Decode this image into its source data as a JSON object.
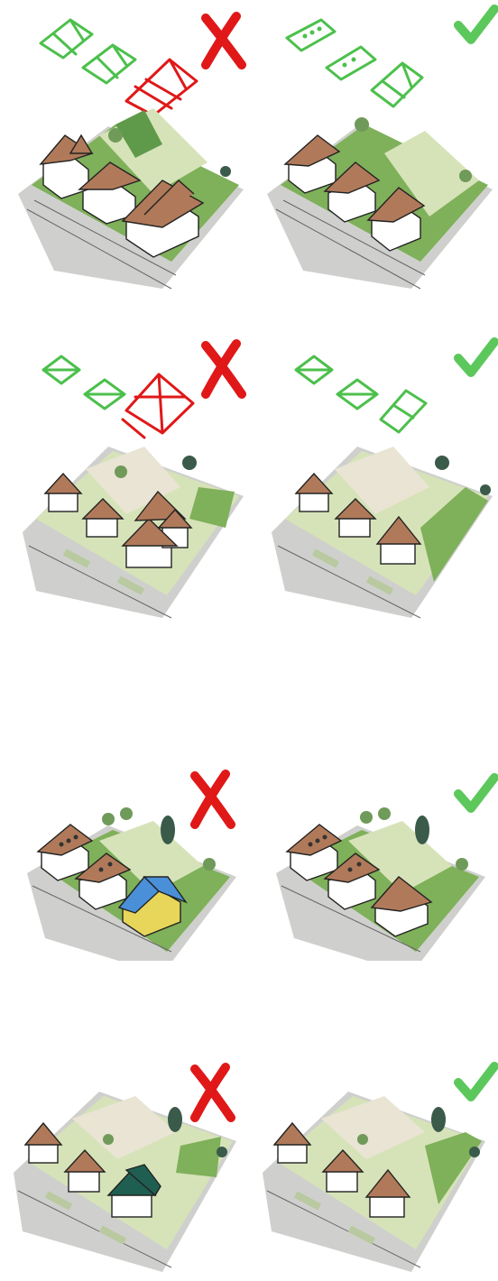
{
  "colors": {
    "check_green": "#5cc85c",
    "cross_red": "#e01818",
    "outline_green": "#4cc04c",
    "outline_red": "#e01818",
    "roof_brown": "#b07a5a",
    "roof_blue": "#4a90d9",
    "roof_dark_green": "#1f5f52",
    "wall_white": "#ffffff",
    "wall_yellow": "#e8d65a",
    "lawn_green": "#7fb05a",
    "lawn_dark": "#5f9a4a",
    "lot_pale": "#d6e3b8",
    "lot_beige": "#e9e4d3",
    "ground_gray": "#cfd0cd",
    "tree_green": "#6f9a5a",
    "tree_dark": "#3a5a4a"
  },
  "panels": [
    {
      "row": 1,
      "side": "left",
      "verdict": "incorrect",
      "verdict_icon": "cross-icon",
      "outline_count": 3,
      "outline_colors": [
        "green",
        "green",
        "red"
      ],
      "houses": 3
    },
    {
      "row": 1,
      "side": "right",
      "verdict": "correct",
      "verdict_icon": "check-icon",
      "outline_count": 3,
      "outline_colors": [
        "green",
        "green",
        "green"
      ],
      "houses": 3
    },
    {
      "row": 2,
      "side": "left",
      "verdict": "incorrect",
      "verdict_icon": "cross-icon",
      "outline_count": 3,
      "outline_colors": [
        "green",
        "green",
        "red"
      ],
      "houses": 3
    },
    {
      "row": 2,
      "side": "right",
      "verdict": "correct",
      "verdict_icon": "check-icon",
      "outline_count": 3,
      "outline_colors": [
        "green",
        "green",
        "green"
      ],
      "houses": 3
    },
    {
      "row": 3,
      "side": "left",
      "verdict": "incorrect",
      "verdict_icon": "cross-icon",
      "outline_count": 0,
      "houses": 3,
      "odd_house_roof": "blue"
    },
    {
      "row": 3,
      "side": "right",
      "verdict": "correct",
      "verdict_icon": "check-icon",
      "outline_count": 0,
      "houses": 3
    },
    {
      "row": 4,
      "side": "left",
      "verdict": "incorrect",
      "verdict_icon": "cross-icon",
      "outline_count": 0,
      "houses": 3,
      "odd_house_roof": "dark-green"
    },
    {
      "row": 4,
      "side": "right",
      "verdict": "correct",
      "verdict_icon": "check-icon",
      "outline_count": 0,
      "houses": 3
    }
  ]
}
